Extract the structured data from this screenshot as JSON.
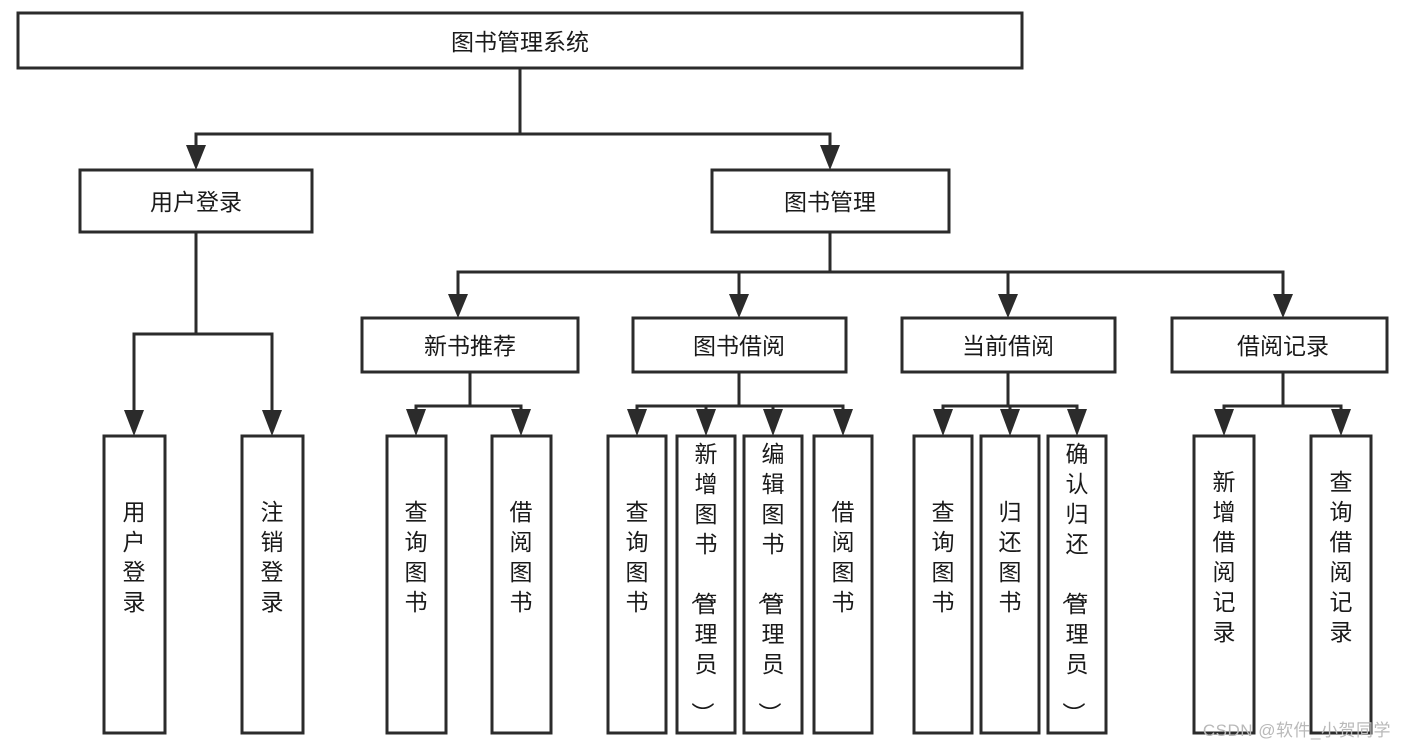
{
  "diagram": {
    "type": "tree-hierarchy",
    "title": "图书管理系统",
    "watermark": "CSDN @软件_小贺同学",
    "colors": {
      "stroke": "#2b2b2b",
      "fill": "#ffffff",
      "text": "#1a1a1a",
      "watermark": "#b9b9b9",
      "background": "#ffffff"
    },
    "levels": [
      {
        "level": 1,
        "nodes": [
          {
            "id": "root",
            "label": "图书管理系统",
            "orientation": "horizontal"
          }
        ]
      },
      {
        "level": 2,
        "nodes": [
          {
            "id": "login",
            "label": "用户登录",
            "orientation": "horizontal",
            "parent": "root"
          },
          {
            "id": "bookmgmt",
            "label": "图书管理",
            "orientation": "horizontal",
            "parent": "root"
          }
        ]
      },
      {
        "level": 3,
        "nodes": [
          {
            "id": "newbook",
            "label": "新书推荐",
            "orientation": "horizontal",
            "parent": "bookmgmt"
          },
          {
            "id": "borrow",
            "label": "图书借阅",
            "orientation": "horizontal",
            "parent": "bookmgmt"
          },
          {
            "id": "current",
            "label": "当前借阅",
            "orientation": "horizontal",
            "parent": "bookmgmt"
          },
          {
            "id": "records",
            "label": "借阅记录",
            "orientation": "horizontal",
            "parent": "bookmgmt"
          }
        ]
      },
      {
        "level": 4,
        "nodes": [
          {
            "id": "leaf-1",
            "label": "用户登录",
            "orientation": "vertical",
            "parent": "login"
          },
          {
            "id": "leaf-2",
            "label": "注销登录",
            "orientation": "vertical",
            "parent": "login"
          },
          {
            "id": "leaf-3",
            "label": "查询图书",
            "orientation": "vertical",
            "parent": "newbook"
          },
          {
            "id": "leaf-4",
            "label": "借阅图书",
            "orientation": "vertical",
            "parent": "newbook"
          },
          {
            "id": "leaf-5",
            "label": "查询图书",
            "orientation": "vertical",
            "parent": "borrow"
          },
          {
            "id": "leaf-6",
            "label": "新增图书（管理员）",
            "orientation": "vertical",
            "parent": "borrow"
          },
          {
            "id": "leaf-7",
            "label": "编辑图书（管理员）",
            "orientation": "vertical",
            "parent": "borrow"
          },
          {
            "id": "leaf-8",
            "label": "借阅图书",
            "orientation": "vertical",
            "parent": "borrow"
          },
          {
            "id": "leaf-9",
            "label": "查询图书",
            "orientation": "vertical",
            "parent": "current"
          },
          {
            "id": "leaf-10",
            "label": "归还图书",
            "orientation": "vertical",
            "parent": "current"
          },
          {
            "id": "leaf-11",
            "label": "确认归还（管理员）",
            "orientation": "vertical",
            "parent": "current"
          },
          {
            "id": "leaf-12",
            "label": "新增借阅记录",
            "orientation": "vertical",
            "parent": "records"
          },
          {
            "id": "leaf-13",
            "label": "查询借阅记录",
            "orientation": "vertical",
            "parent": "records"
          }
        ]
      }
    ]
  }
}
